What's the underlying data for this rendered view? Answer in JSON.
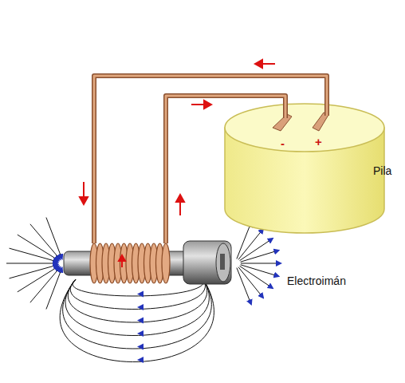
{
  "diagram": {
    "labels": [
      "-",
      "+",
      "Pila",
      "Electroimán"
    ]
  }
}
